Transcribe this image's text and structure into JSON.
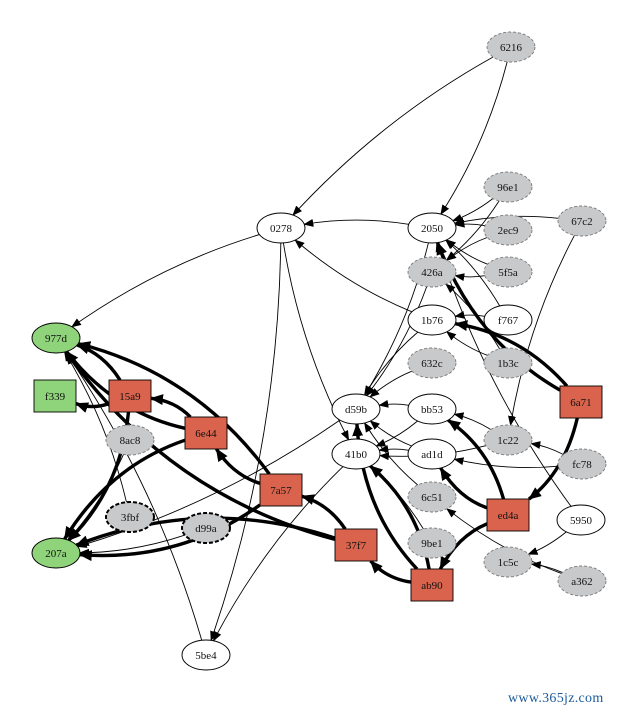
{
  "watermark": "www.365jz.com",
  "colors": {
    "ellipse_white": "#ffffff",
    "ellipse_gray": "#c8c9cb",
    "box_red": "#d9634c",
    "green": "#8fd37a",
    "edge": "#000000"
  },
  "nodes": [
    {
      "id": "6216",
      "shape": "ellipse",
      "style": "gray-dashed"
    },
    {
      "id": "0278",
      "shape": "ellipse",
      "style": "white"
    },
    {
      "id": "2050",
      "shape": "ellipse",
      "style": "white"
    },
    {
      "id": "96e1",
      "shape": "ellipse",
      "style": "gray-dashed"
    },
    {
      "id": "2ec9",
      "shape": "ellipse",
      "style": "gray-dashed"
    },
    {
      "id": "67c2",
      "shape": "ellipse",
      "style": "gray-dashed"
    },
    {
      "id": "426a",
      "shape": "ellipse",
      "style": "gray-dashed"
    },
    {
      "id": "5f5a",
      "shape": "ellipse",
      "style": "gray-dashed"
    },
    {
      "id": "977d",
      "shape": "ellipse",
      "style": "green"
    },
    {
      "id": "1b76",
      "shape": "ellipse",
      "style": "white"
    },
    {
      "id": "f767",
      "shape": "ellipse",
      "style": "white"
    },
    {
      "id": "632c",
      "shape": "ellipse",
      "style": "gray-dashed"
    },
    {
      "id": "1b3c",
      "shape": "ellipse",
      "style": "gray-dashed"
    },
    {
      "id": "f339",
      "shape": "box",
      "style": "green"
    },
    {
      "id": "15a9",
      "shape": "box",
      "style": "red"
    },
    {
      "id": "d59b",
      "shape": "ellipse",
      "style": "white"
    },
    {
      "id": "bb53",
      "shape": "ellipse",
      "style": "white"
    },
    {
      "id": "6a71",
      "shape": "box",
      "style": "red"
    },
    {
      "id": "8ac8",
      "shape": "ellipse",
      "style": "gray-dashed"
    },
    {
      "id": "6e44",
      "shape": "box",
      "style": "red"
    },
    {
      "id": "1c22",
      "shape": "ellipse",
      "style": "gray-dashed"
    },
    {
      "id": "41b0",
      "shape": "ellipse",
      "style": "white"
    },
    {
      "id": "ad1d",
      "shape": "ellipse",
      "style": "white"
    },
    {
      "id": "fc78",
      "shape": "ellipse",
      "style": "gray-dashed"
    },
    {
      "id": "7a57",
      "shape": "box",
      "style": "red"
    },
    {
      "id": "6c51",
      "shape": "ellipse",
      "style": "gray-dashed"
    },
    {
      "id": "ed4a",
      "shape": "box",
      "style": "red"
    },
    {
      "id": "3fbf",
      "shape": "ellipse",
      "style": "gray-bold-dashed"
    },
    {
      "id": "d99a",
      "shape": "ellipse",
      "style": "gray-bold-dashed"
    },
    {
      "id": "5950",
      "shape": "ellipse",
      "style": "white"
    },
    {
      "id": "37f7",
      "shape": "box",
      "style": "red"
    },
    {
      "id": "9be1",
      "shape": "ellipse",
      "style": "gray-dashed"
    },
    {
      "id": "207a",
      "shape": "ellipse",
      "style": "green"
    },
    {
      "id": "1c5c",
      "shape": "ellipse",
      "style": "gray-dashed"
    },
    {
      "id": "ab90",
      "shape": "box",
      "style": "red"
    },
    {
      "id": "a362",
      "shape": "ellipse",
      "style": "gray-dashed"
    },
    {
      "id": "5be4",
      "shape": "ellipse",
      "style": "white"
    }
  ],
  "edges": [
    {
      "from": "6216",
      "to": "0278",
      "weight": "thin"
    },
    {
      "from": "6216",
      "to": "2050",
      "weight": "thin"
    },
    {
      "from": "2050",
      "to": "0278",
      "weight": "thin"
    },
    {
      "from": "96e1",
      "to": "2050",
      "weight": "thin"
    },
    {
      "from": "2ec9",
      "to": "2050",
      "weight": "thin"
    },
    {
      "from": "5f5a",
      "to": "2050",
      "weight": "thin"
    },
    {
      "from": "f767",
      "to": "2050",
      "weight": "thin"
    },
    {
      "from": "96e1",
      "to": "426a",
      "weight": "thin"
    },
    {
      "from": "2ec9",
      "to": "426a",
      "weight": "thin"
    },
    {
      "from": "5f5a",
      "to": "426a",
      "weight": "thin"
    },
    {
      "from": "67c2",
      "to": "2050",
      "weight": "thin"
    },
    {
      "from": "5950",
      "to": "2050",
      "weight": "thin"
    },
    {
      "from": "0278",
      "to": "977d",
      "weight": "thin"
    },
    {
      "from": "0278",
      "to": "5be4",
      "weight": "thin"
    },
    {
      "from": "f767",
      "to": "1b76",
      "weight": "thin"
    },
    {
      "from": "1b3c",
      "to": "1b76",
      "weight": "thin"
    },
    {
      "from": "1b3c",
      "to": "426a",
      "weight": "thin"
    },
    {
      "from": "1b76",
      "to": "0278",
      "weight": "thin"
    },
    {
      "from": "1b76",
      "to": "d59b",
      "weight": "thin"
    },
    {
      "from": "426a",
      "to": "d59b",
      "weight": "thin"
    },
    {
      "from": "632c",
      "to": "d59b",
      "weight": "thin"
    },
    {
      "from": "2050",
      "to": "d59b",
      "weight": "thin"
    },
    {
      "from": "bb53",
      "to": "d59b",
      "weight": "thin"
    },
    {
      "from": "ad1d",
      "to": "d59b",
      "weight": "thin"
    },
    {
      "from": "1c22",
      "to": "bb53",
      "weight": "thin"
    },
    {
      "from": "1c22",
      "to": "41b0",
      "weight": "thin"
    },
    {
      "from": "fc78",
      "to": "1c22",
      "weight": "thin"
    },
    {
      "from": "fc78",
      "to": "ad1d",
      "weight": "thin"
    },
    {
      "from": "67c2",
      "to": "1c22",
      "weight": "thin"
    },
    {
      "from": "bb53",
      "to": "41b0",
      "weight": "thin"
    },
    {
      "from": "ad1d",
      "to": "41b0",
      "weight": "thin"
    },
    {
      "from": "6c51",
      "to": "d59b",
      "weight": "thin"
    },
    {
      "from": "9be1",
      "to": "41b0",
      "weight": "thin"
    },
    {
      "from": "5950",
      "to": "1c5c",
      "weight": "thin"
    },
    {
      "from": "a362",
      "to": "1c5c",
      "weight": "thin"
    },
    {
      "from": "a362",
      "to": "6c51",
      "weight": "thin"
    },
    {
      "from": "0278",
      "to": "41b0",
      "weight": "thin"
    },
    {
      "from": "d59b",
      "to": "207a",
      "weight": "thin"
    },
    {
      "from": "41b0",
      "to": "5be4",
      "weight": "thin"
    },
    {
      "from": "8ac8",
      "to": "207a",
      "weight": "thin"
    },
    {
      "from": "3fbf",
      "to": "977d",
      "weight": "thin"
    },
    {
      "from": "d99a",
      "to": "207a",
      "weight": "thin"
    },
    {
      "from": "5be4",
      "to": "977d",
      "weight": "thin"
    },
    {
      "from": "15a9",
      "to": "f339",
      "weight": "bold"
    },
    {
      "from": "15a9",
      "to": "977d",
      "weight": "bold"
    },
    {
      "from": "15a9",
      "to": "207a",
      "weight": "bold"
    },
    {
      "from": "6e44",
      "to": "15a9",
      "weight": "bold"
    },
    {
      "from": "6e44",
      "to": "977d",
      "weight": "bold"
    },
    {
      "from": "6e44",
      "to": "207a",
      "weight": "bold"
    },
    {
      "from": "7a57",
      "to": "6e44",
      "weight": "bold"
    },
    {
      "from": "7a57",
      "to": "977d",
      "weight": "bold"
    },
    {
      "from": "7a57",
      "to": "207a",
      "weight": "bold"
    },
    {
      "from": "37f7",
      "to": "7a57",
      "weight": "bold"
    },
    {
      "from": "37f7",
      "to": "977d",
      "weight": "bold"
    },
    {
      "from": "37f7",
      "to": "207a",
      "weight": "bold"
    },
    {
      "from": "ab90",
      "to": "37f7",
      "weight": "bold"
    },
    {
      "from": "ab90",
      "to": "41b0",
      "weight": "bold"
    },
    {
      "from": "ab90",
      "to": "d59b",
      "weight": "bold"
    },
    {
      "from": "ed4a",
      "to": "ab90",
      "weight": "bold"
    },
    {
      "from": "ed4a",
      "to": "ad1d",
      "weight": "bold"
    },
    {
      "from": "ed4a",
      "to": "bb53",
      "weight": "bold"
    },
    {
      "from": "6a71",
      "to": "ed4a",
      "weight": "bold"
    },
    {
      "from": "6a71",
      "to": "1b76",
      "weight": "bold"
    },
    {
      "from": "6a71",
      "to": "2050",
      "weight": "bold"
    }
  ]
}
